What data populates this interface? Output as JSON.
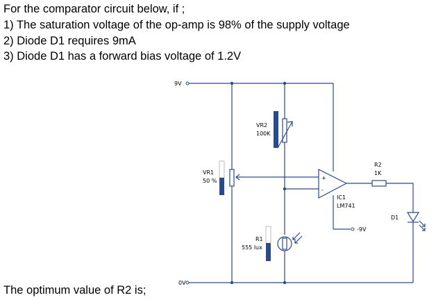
{
  "question": {
    "intro": "For the comparator circuit below, if ;",
    "conditions": [
      "1) The saturation voltage of the op-amp is 98% of the supply voltage",
      "2) Diode D1 requires 9mA",
      "3) Diode D1 has a forward bias voltage of 1.2V"
    ],
    "prompt": "The optimum value of R2 is;"
  },
  "circuit": {
    "supply_pos": "9V",
    "supply_zero": "0V",
    "supply_neg": "-9V",
    "vr1": {
      "name": "VR1",
      "value": "50 %"
    },
    "vr2": {
      "name": "VR2",
      "value": "100K"
    },
    "r1": {
      "name": "R1",
      "value": "555 lux"
    },
    "r2": {
      "name": "R2",
      "value": "1K"
    },
    "ic1": {
      "name": "IC1",
      "part": "LM741",
      "plus": "+",
      "minus": "-"
    },
    "d1": {
      "name": "D1"
    }
  },
  "colors": {
    "wire": "#2b4a8a",
    "text": "#000000",
    "background": "#ffffff"
  }
}
